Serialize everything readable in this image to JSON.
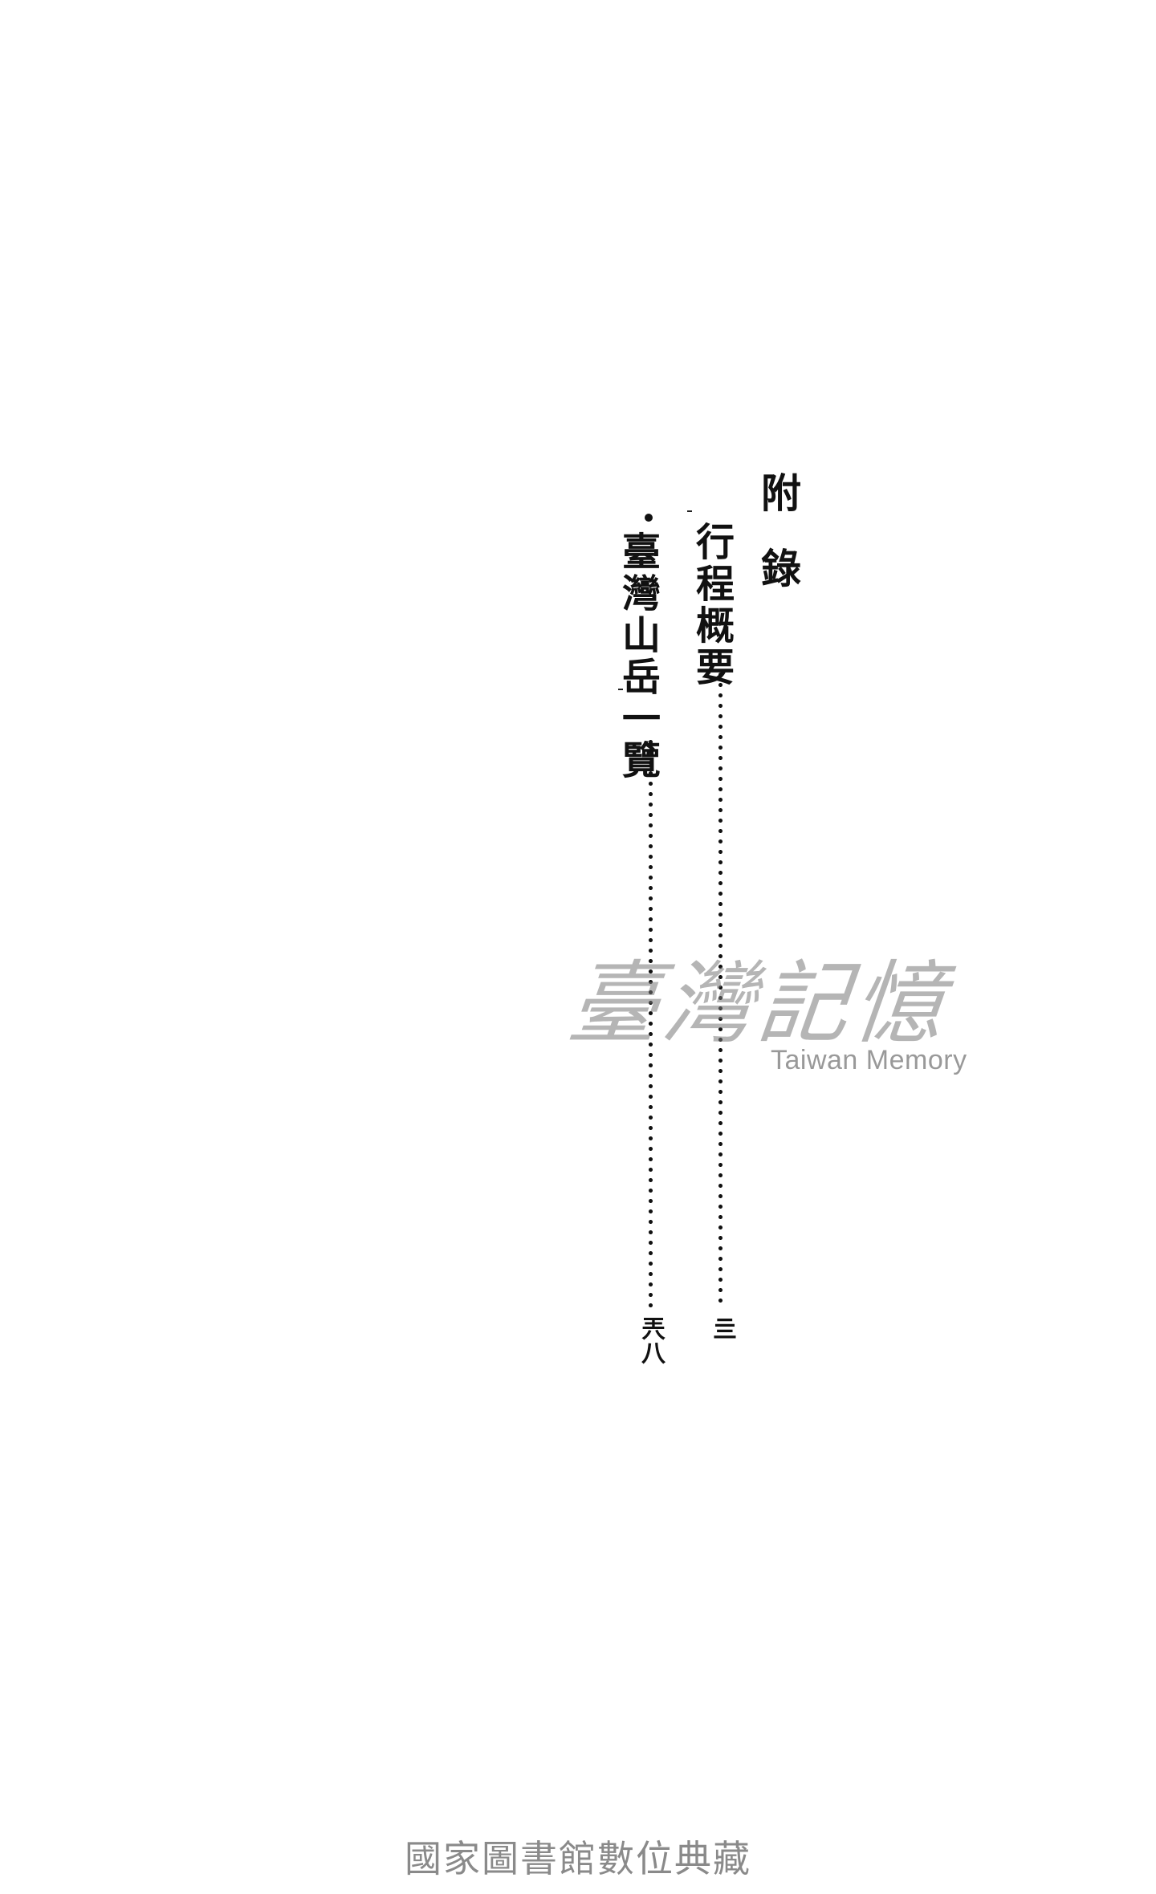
{
  "appendix": {
    "heading": "附錄"
  },
  "entries": [
    {
      "title": "行程概要",
      "page": "亖"
    },
    {
      "title": "臺灣山岳一覽",
      "page": "兲八"
    }
  ],
  "watermark": {
    "logo_text": "臺灣記憶",
    "subtitle": "Taiwan Memory"
  },
  "footer": {
    "text": "國家圖書館數位典藏"
  }
}
